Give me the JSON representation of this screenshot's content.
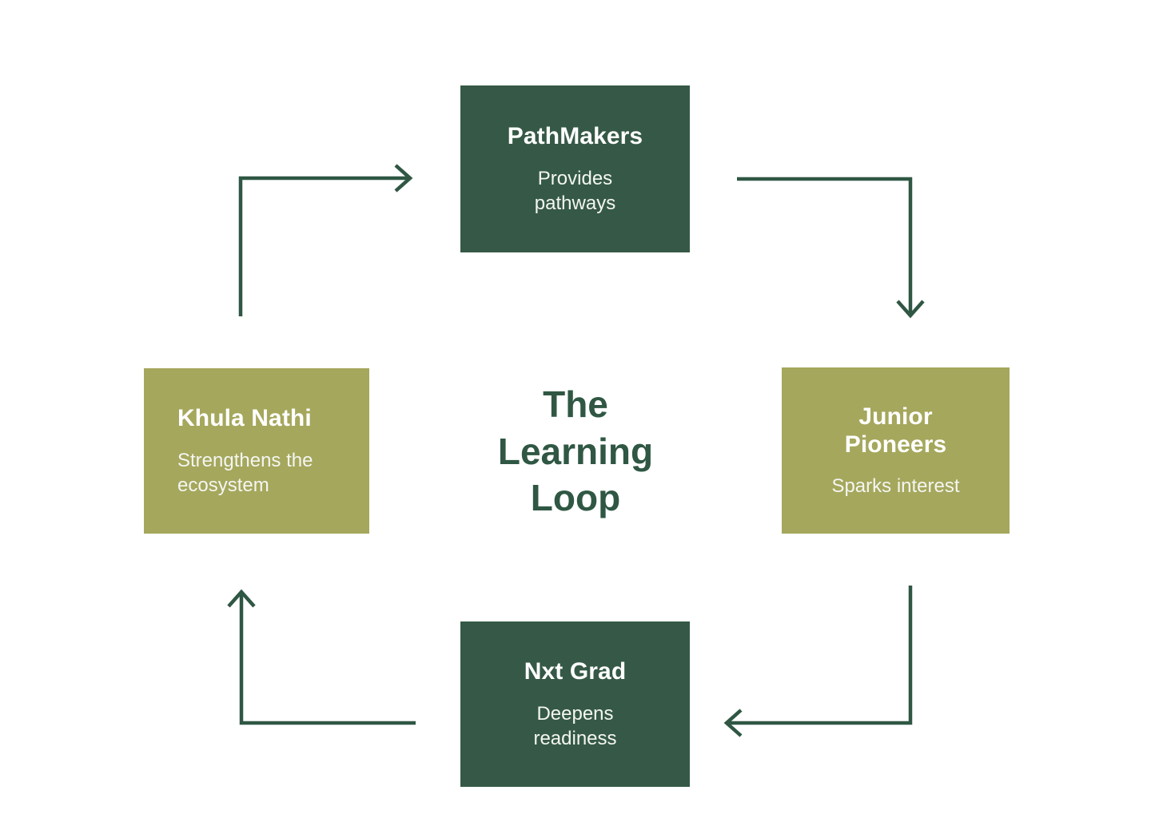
{
  "diagram": {
    "center_label": "The\nLearning\nLoop",
    "colors": {
      "dark_green": "#355946",
      "olive": "#a5a75c",
      "arrow_green": "#2f5744",
      "text_light": "#ffffff",
      "background": "#ffffff"
    },
    "nodes": [
      {
        "id": "pathmakers",
        "title": "PathMakers",
        "description": "Provides\npathways",
        "fill": "#355946",
        "position": "top"
      },
      {
        "id": "junior-pioneers",
        "title": "Junior\nPioneers",
        "description": "Sparks interest",
        "fill": "#a5a75c",
        "position": "right"
      },
      {
        "id": "nxt-grad",
        "title": "Nxt Grad",
        "description": "Deepens\nreadiness",
        "fill": "#355946",
        "position": "bottom"
      },
      {
        "id": "khula-nathi",
        "title": "Khula Nathi",
        "description": "Strengthens the\necosystem",
        "fill": "#a5a75c",
        "position": "left"
      }
    ],
    "connectors": [
      {
        "id": "khula-nathi-to-pathmakers",
        "from": "khula-nathi",
        "to": "pathmakers",
        "direction": "right"
      },
      {
        "id": "pathmakers-to-junior-pioneers",
        "from": "pathmakers",
        "to": "junior-pioneers",
        "direction": "down"
      },
      {
        "id": "junior-pioneers-to-nxt-grad",
        "from": "junior-pioneers",
        "to": "nxt-grad",
        "direction": "left"
      },
      {
        "id": "nxt-grad-to-khula-nathi",
        "from": "nxt-grad",
        "to": "khula-nathi",
        "direction": "up"
      }
    ]
  }
}
